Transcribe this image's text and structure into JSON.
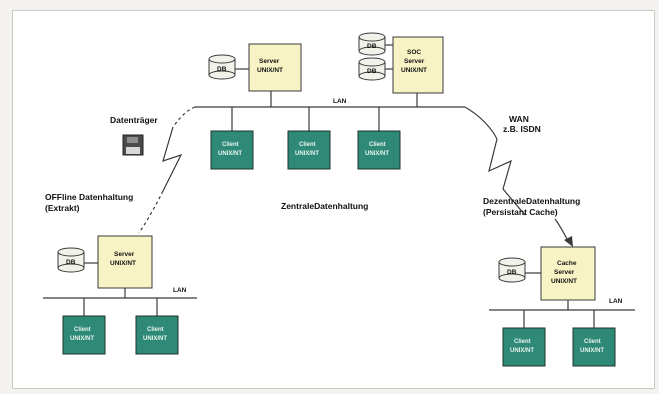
{
  "diagram": {
    "datentraeger_label": "Datenträger",
    "wan_label_line1": "WAN",
    "wan_label_line2": "z.B. ISDN",
    "zentral_label": "ZentraleDatenhaltung",
    "offline_label_line1": "OFFline Datenhaltung",
    "offline_label_line2": "(Extrakt)",
    "dezentral_label_line1": "DezentraleDatenhaltung",
    "dezentral_label_line2": "(Persistant Cache)",
    "lan_label": "LAN",
    "db_label": "DB",
    "central_server": {
      "line1": "Server",
      "line2": "UNIX/NT"
    },
    "soc_server": {
      "line1": "SOC",
      "line2": "Server",
      "line3": "UNIX/NT"
    },
    "offline_server": {
      "line1": "Server",
      "line2": "UNIX/NT"
    },
    "cache_server": {
      "line1": "Cache",
      "line2": "Server",
      "line3": "UNIX/NT"
    },
    "client": {
      "line1": "Client",
      "line2": "UNIX/NT"
    },
    "colors": {
      "server_fill": "#f8f3c4",
      "client_fill": "#2e8a77",
      "line": "#3a3a3a"
    }
  }
}
